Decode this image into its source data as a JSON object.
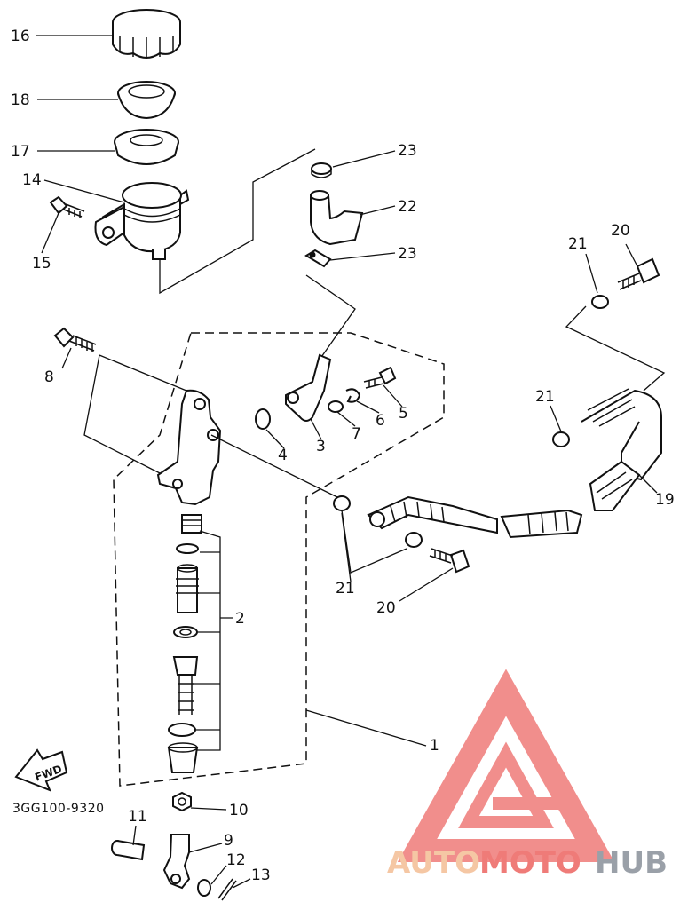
{
  "diagram": {
    "part_code": "3GG100-9320",
    "fwd_label": "FWD",
    "callouts": {
      "c1": "1",
      "c2": "2",
      "c3": "3",
      "c4": "4",
      "c5": "5",
      "c6": "6",
      "c7": "7",
      "c8": "8",
      "c9": "9",
      "c10": "10",
      "c11": "11",
      "c12": "12",
      "c13": "13",
      "c14": "14",
      "c15": "15",
      "c16": "16",
      "c17": "17",
      "c18": "18",
      "c19": "19",
      "c20a": "20",
      "c20b": "20",
      "c21a": "21",
      "c21b": "21",
      "c21c": "21",
      "c22": "22",
      "c23a": "23",
      "c23b": "23"
    }
  },
  "watermark": {
    "word_auto": "AUTO",
    "word_moto": "MOTO",
    "word_hub": "HUB",
    "color_light": "#f5c7a4",
    "color_red": "#ef7b78",
    "color_gray": "#9aa0a8"
  }
}
